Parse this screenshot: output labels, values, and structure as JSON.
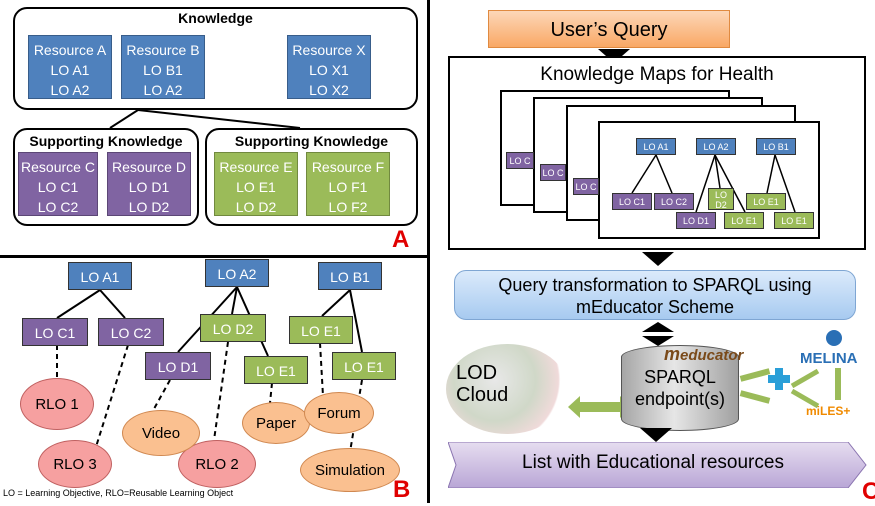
{
  "panel_a": {
    "knowledge_title": "Knowledge",
    "resource_a": {
      "title": "Resource A",
      "line1": "LO A1",
      "line2": "LO A2"
    },
    "resource_b": {
      "title": "Resource B",
      "line1": "LO B1",
      "line2": "LO A2"
    },
    "resource_x": {
      "title": "Resource X",
      "line1": "LO X1",
      "line2": "LO X2"
    },
    "supporting_left_title": "Supporting Knowledge",
    "supporting_right_title": "Supporting Knowledge",
    "resource_c": {
      "title": "Resource C",
      "line1": "LO C1",
      "line2": "LO C2"
    },
    "resource_d": {
      "title": "Resource D",
      "line1": "LO D1",
      "line2": "LO D2"
    },
    "resource_e": {
      "title": "Resource E",
      "line1": "LO E1",
      "line2": "LO D2"
    },
    "resource_f": {
      "title": "Resource F",
      "line1": "LO F1",
      "line2": "LO F2"
    },
    "label": "A"
  },
  "panel_b": {
    "lo_a1": "LO A1",
    "lo_a2": "LO A2",
    "lo_b1": "LO B1",
    "lo_c1": "LO C1",
    "lo_c2": "LO C2",
    "lo_d2": "LO D2",
    "lo_e1_top": "LO E1",
    "lo_d1": "LO D1",
    "lo_e1_mid": "LO E1",
    "lo_e1_right": "LO E1",
    "rlo1": "RLO 1",
    "rlo3": "RLO 3",
    "rlo2": "RLO 2",
    "video": "Video",
    "paper": "Paper",
    "forum": "Forum",
    "simulation": "Simulation",
    "footnote": "LO = Learning Objective, RLO=Reusable Learning Object",
    "label": "B"
  },
  "panel_c": {
    "query": "User’s Query",
    "maps_title": "Knowledge Maps for Health",
    "map_nodes": {
      "lo_a1": "LO A1",
      "lo_a2": "LO A2",
      "lo_b1": "LO B1",
      "lo_c1": "LO C1",
      "lo_c2": "LO C2",
      "lo_d2": "LO\nD2",
      "lo_e1_a": "LO E1",
      "lo_d1": "LO D1",
      "lo_e1_b": "LO E1",
      "lo_e1_c": "LO E1",
      "back_c": "LO C",
      "back_c2": "LO C",
      "back_c3": "LO C"
    },
    "transform_line1": "Query transformation to SPARQL using",
    "transform_line2": "mEducator Scheme",
    "lod_line1": "LOD",
    "lod_line2": "Cloud",
    "meducator": "educator",
    "sparql_line1": "SPARQL",
    "sparql_line2": "endpoint(s)",
    "melina": "MELINA",
    "miles": "miLES",
    "result": "List with Educational resources",
    "label": "C"
  }
}
